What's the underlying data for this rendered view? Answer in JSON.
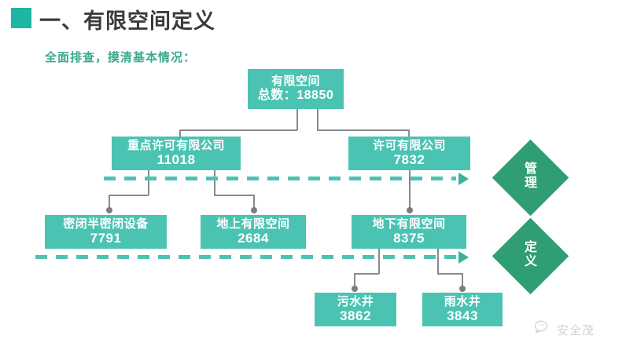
{
  "header": {
    "marker_icon": "square-marker-icon",
    "title": "一、有限空间定义",
    "marker_color": "#1fb5a4",
    "title_color": "#3b3b3b"
  },
  "subtitle": {
    "text": "全面排查，摸清基本情况：",
    "color": "#3aa98f"
  },
  "palette": {
    "box_fill": "#4bc3b2",
    "diamond_fill": "#2f9e75",
    "connector": "#8a8a8a",
    "dash": "#4bc3b2"
  },
  "diagram": {
    "type": "org-tree",
    "nodes": [
      {
        "id": "total",
        "label": "有限空间",
        "value": "总数：18850",
        "level": 1
      },
      {
        "id": "key-permit",
        "label": "重点许可有限公司",
        "value": "11018",
        "level": 2
      },
      {
        "id": "permit",
        "label": "许可有限公司",
        "value": "7832",
        "level": 2
      },
      {
        "id": "sealed",
        "label": "密闭半密闭设备",
        "value": "7791",
        "level": 3
      },
      {
        "id": "above",
        "label": "地上有限空间",
        "value": "2684",
        "level": 3
      },
      {
        "id": "below",
        "label": "地下有限空间",
        "value": "8375",
        "level": 3
      },
      {
        "id": "sewage",
        "label": "污水井",
        "value": "3862",
        "level": 4
      },
      {
        "id": "rain",
        "label": "雨水井",
        "value": "3843",
        "level": 4
      }
    ],
    "edges": [
      {
        "from": "total",
        "to": "key-permit"
      },
      {
        "from": "total",
        "to": "permit"
      },
      {
        "from": "key-permit",
        "to": "sealed"
      },
      {
        "from": "key-permit",
        "to": "above"
      },
      {
        "from": "permit",
        "to": "below"
      },
      {
        "from": "below",
        "to": "sewage"
      },
      {
        "from": "below",
        "to": "rain"
      }
    ],
    "diamonds": [
      {
        "id": "manage",
        "label": "管理",
        "chars": [
          "管",
          "理"
        ]
      },
      {
        "id": "define",
        "label": "定义",
        "chars": [
          "定",
          "义"
        ]
      }
    ]
  },
  "watermark": {
    "icon": "wechat-bubble-icon",
    "text": "安全茂"
  }
}
